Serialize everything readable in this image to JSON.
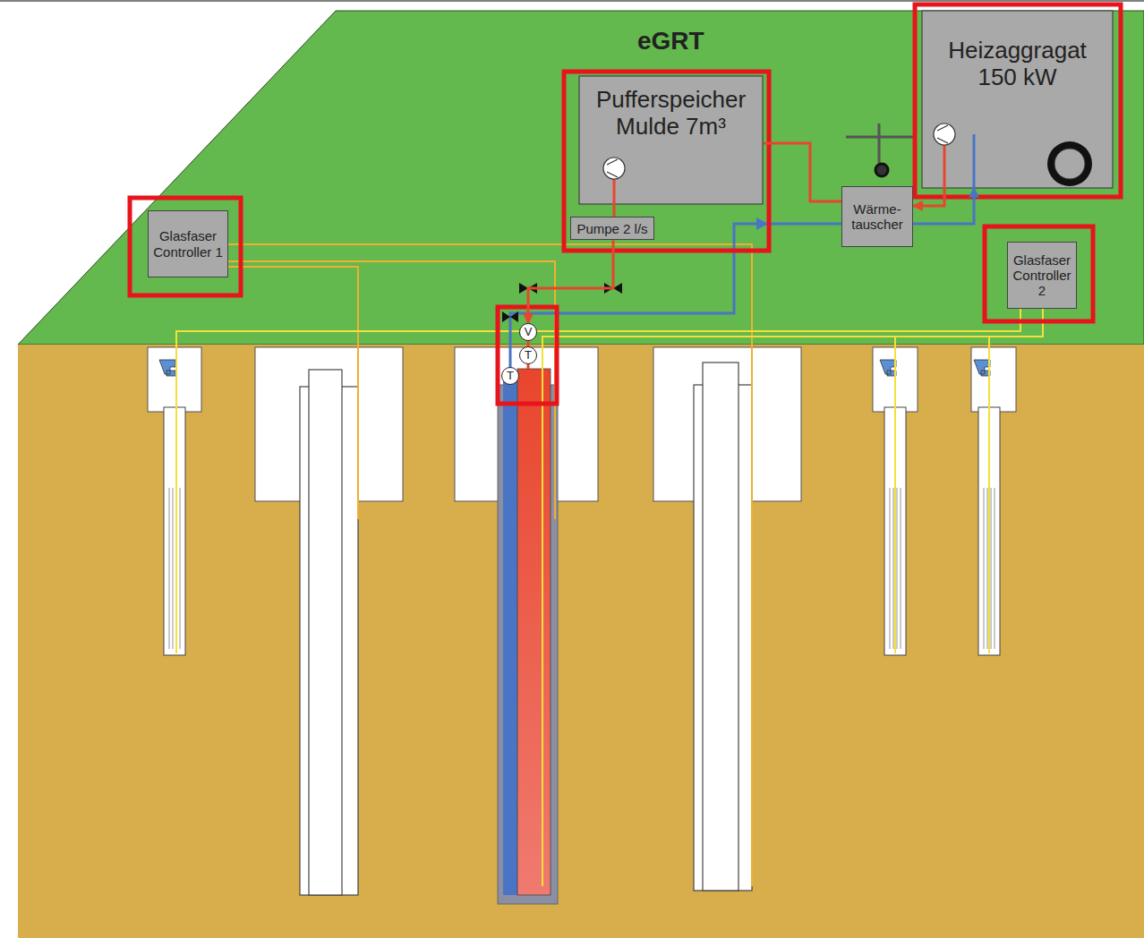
{
  "diagram": {
    "title": "eGRT",
    "nodes": [
      {
        "text": [
          "Pufferspeicher Mulde 7m³"
        ]
      },
      {
        "text": [
          "Heizaggragat 150 kW"
        ]
      },
      {
        "text": [
          "Wärme- tauscher"
        ]
      },
      {
        "text": [
          "Glasfaser Controller 1"
        ]
      },
      {
        "text": [
          "Pumpe 2 l/s"
        ]
      },
      {
        "text": [
          "Glasfaser Controller 2"
        ]
      },
      {
        "text": [
          "V"
        ]
      },
      {
        "text": [
          "T"
        ]
      },
      {
        "text": [
          "T"
        ]
      }
    ],
    "edges": [
      {
        "from": 0,
        "to": 2,
        "arrow": "none"
      },
      {
        "from": 1,
        "to": 2,
        "arrow": "to"
      },
      {
        "from": 2,
        "to": 1,
        "arrow": "to"
      },
      {
        "from": 0,
        "to": 4,
        "arrow": "none"
      },
      {
        "from": 4,
        "to": 6,
        "arrow": "to"
      }
    ]
  }
}
